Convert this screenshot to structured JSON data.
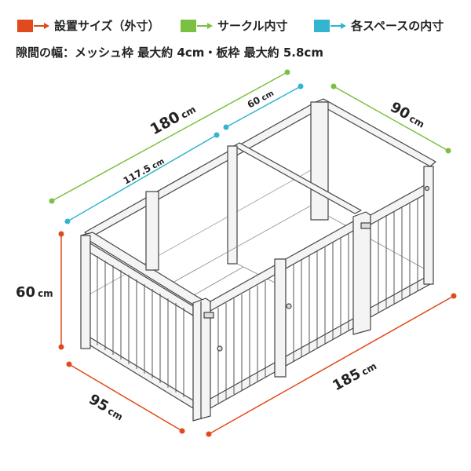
{
  "legend": [
    {
      "label": "設置サイズ（外寸）",
      "color": "#e04a1c"
    },
    {
      "label": "サークル内寸",
      "color": "#7cc043"
    },
    {
      "label": "各スペースの内寸",
      "color": "#33b5cf"
    }
  ],
  "gap_note": "隙間の幅：メッシュ枠 最大約 4cm・板枠 最大約 5.8cm",
  "dimensions": {
    "outer_length": {
      "value": "185",
      "unit": "cm"
    },
    "outer_depth": {
      "value": "95",
      "unit": "cm"
    },
    "height": {
      "value": "60",
      "unit": "cm"
    },
    "inner_length": {
      "value": "180",
      "unit": "cm"
    },
    "inner_depth": {
      "value": "90",
      "unit": "cm"
    },
    "space_length": {
      "value": "117.5",
      "unit": "cm"
    },
    "space_depth": {
      "value": "60",
      "unit": "cm"
    }
  },
  "colors": {
    "outer": "#e04a1c",
    "inner": "#7cc043",
    "space": "#33b5cf",
    "frame": "#444444",
    "frame_fill": "#f4f4f4"
  }
}
